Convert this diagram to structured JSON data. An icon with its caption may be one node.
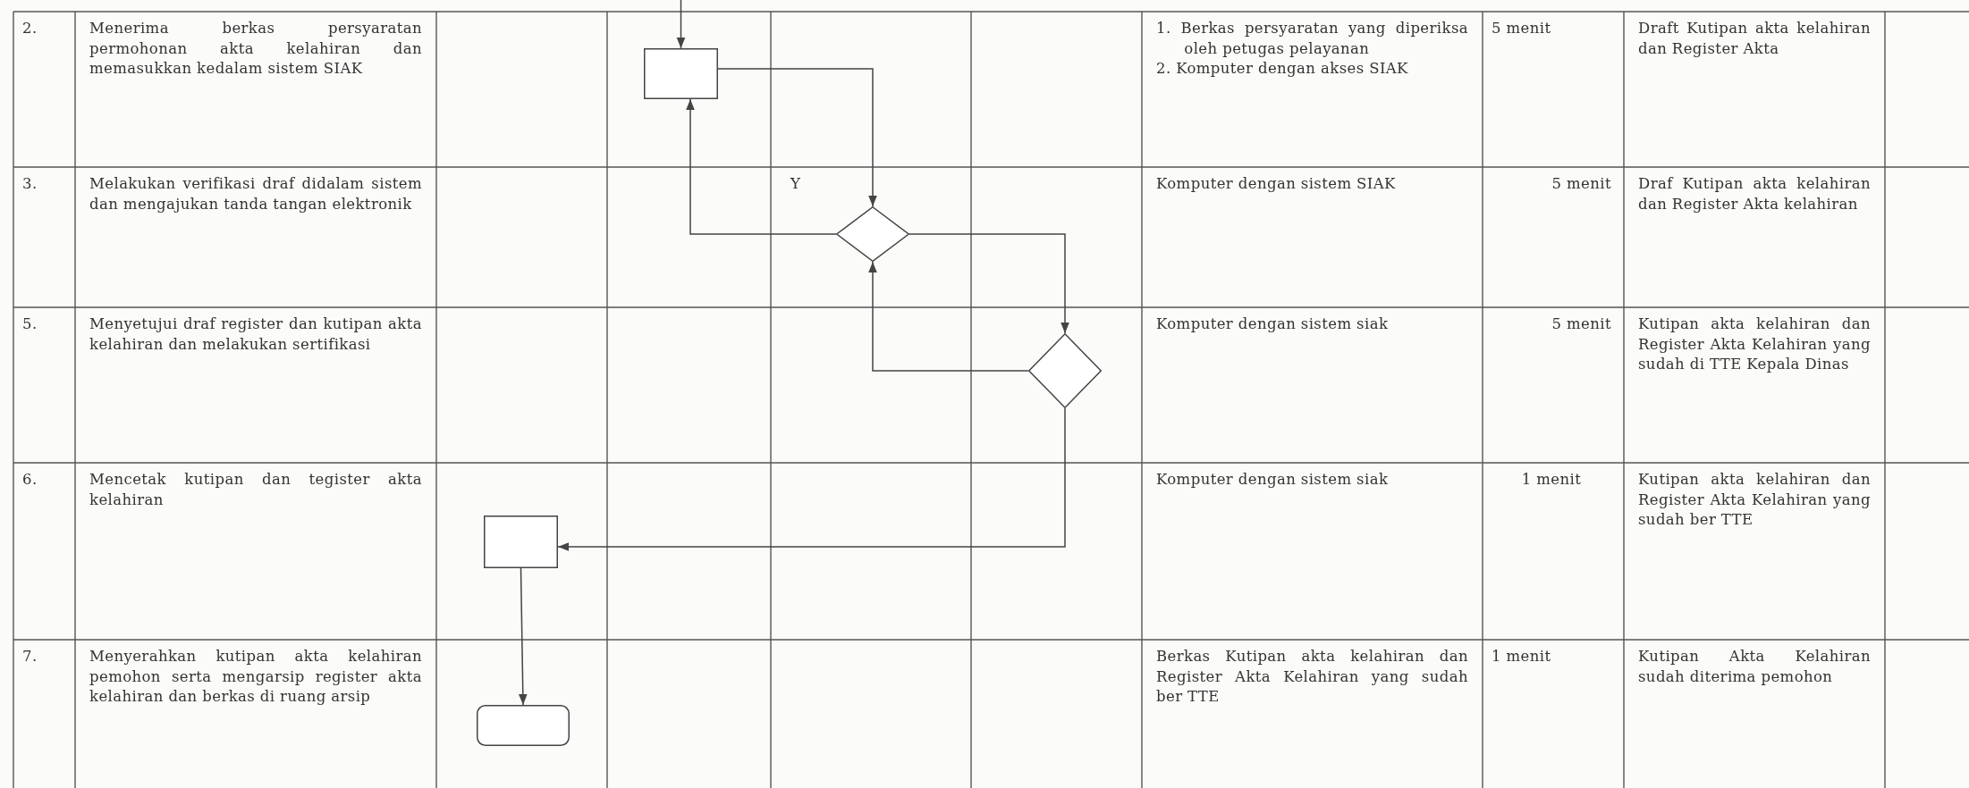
{
  "diagram": {
    "nodes": [
      {
        "text": [],
        "shape": "box"
      },
      {
        "text": [],
        "shape": "diamond"
      },
      {
        "text": [],
        "shape": "diamond"
      },
      {
        "text": [],
        "shape": "box"
      },
      {
        "text": [],
        "shape": "terminator"
      }
    ],
    "edges": [
      {
        "from": null,
        "to": 0,
        "arrow": "to"
      },
      {
        "from": 0,
        "to": 1,
        "arrow": "to"
      },
      {
        "from": 1,
        "to": 0,
        "arrow": "to"
      },
      {
        "from": 1,
        "to": 2,
        "arrow": "to"
      },
      {
        "from": 2,
        "to": 1,
        "arrow": "to"
      },
      {
        "from": 2,
        "to": 3,
        "arrow": "to"
      },
      {
        "from": 3,
        "to": 4,
        "arrow": "to"
      }
    ],
    "labels": [
      "2.",
      "Menerima berkas persyaratan permohonan akta kelahiran dan memasukkan kedalam sistem SIAK",
      "1. Berkas persyaratan yang diperiksa oleh petugas pelayanan",
      "2. Komputer dengan akses SIAK",
      "5 menit",
      "Draft Kutipan akta kelahiran dan Register Akta",
      "3.",
      "Melakukan verifikasi draf didalam sistem dan mengajukan tanda tangan elektronik",
      "Y",
      "Komputer dengan sistem SIAK",
      "5 menit",
      "Draf Kutipan akta kelahiran dan Register Akta kelahiran",
      "5.",
      "Menyetujui draf register dan kutipan akta kelahiran dan melakukan sertifikasi",
      "Komputer dengan sistem siak",
      "5 menit",
      "Kutipan akta kelahiran dan Register Akta Kelahiran yang sudah di TTE Kepala Dinas",
      "6.",
      "Mencetak kutipan dan tegister akta kelahiran",
      "Komputer dengan sistem siak",
      "1 menit",
      "Kutipan akta kelahiran dan Register Akta Kelahiran yang sudah ber TTE",
      "7.",
      "Menyerahkan kutipan akta kelahiran pemohon serta mengarsip register akta kelahiran dan berkas di ruang arsip",
      "Berkas Kutipan akta kelahiran dan Register Akta Kelahiran yang sudah ber TTE",
      "1 menit",
      "Kutipan Akta Kelahiran sudah diterima pemohon"
    ]
  }
}
